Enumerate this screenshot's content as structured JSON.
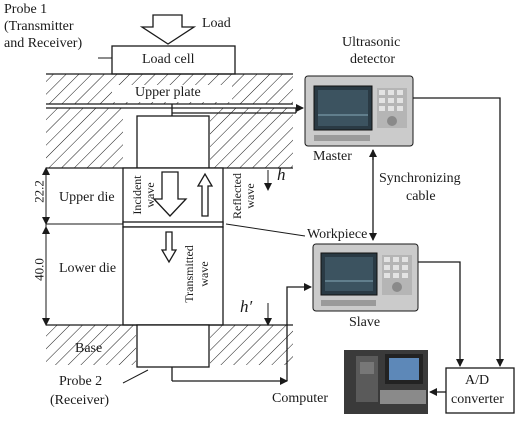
{
  "labels": {
    "probe1": [
      "Probe 1",
      "(Transmitter",
      "and Receiver)"
    ],
    "load": "Load",
    "load_cell": "Load cell",
    "upper_plate": "Upper plate",
    "ultrasonic_detector": [
      "Ultrasonic",
      "detector"
    ],
    "master": "Master",
    "synchronizing_cable": [
      "Synchronizing",
      "cable"
    ],
    "h": "h",
    "h_prime": "h′",
    "dim_upper": "22.2",
    "dim_lower": "40.0",
    "upper_die": "Upper die",
    "lower_die": "Lower die",
    "incident_wave": [
      "Incident",
      "wave"
    ],
    "reflected_wave": [
      "Reflected",
      "wave"
    ],
    "transmitted_wave": [
      "Transmitted",
      "wave"
    ],
    "workpiece": "Workpiece",
    "slave": "Slave",
    "base": "Base",
    "probe2": [
      "Probe 2",
      "(Receiver)"
    ],
    "computer": "Computer",
    "ad_converter": [
      "A/D",
      "converter"
    ]
  },
  "colors": {
    "line": "#1a1a1a",
    "hatch": "#1a1a1a",
    "device_body": "#c9c9c9",
    "device_screen": "#2a3a44",
    "photo_dark": "#3a3a3a"
  }
}
